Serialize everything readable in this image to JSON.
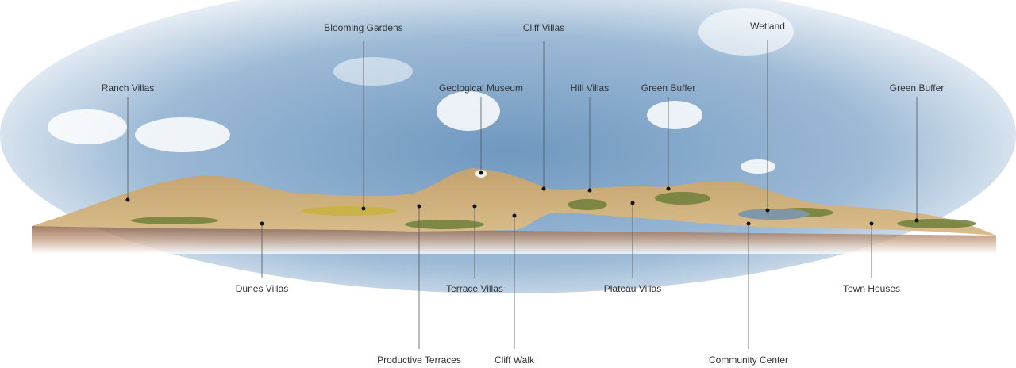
{
  "labels_top": [
    {
      "id": "ranch-villas",
      "text": "Ranch Villas"
    },
    {
      "id": "blooming-gardens",
      "text": "Blooming Gardens"
    },
    {
      "id": "geological-museum",
      "text": "Geological Museum"
    },
    {
      "id": "cliff-villas",
      "text": "Cliff Villas"
    },
    {
      "id": "hill-villas",
      "text": "Hill Villas"
    },
    {
      "id": "green-buffer-1",
      "text": "Green Buffer"
    },
    {
      "id": "wetland",
      "text": "Wetland"
    },
    {
      "id": "green-buffer-2",
      "text": "Green Buffer"
    }
  ],
  "labels_bottom": [
    {
      "id": "dunes-villas",
      "text": "Dunes Villas"
    },
    {
      "id": "productive-terraces",
      "text": "Productive Terraces"
    },
    {
      "id": "terrace-villas",
      "text": "Terrace Villas"
    },
    {
      "id": "cliff-walk",
      "text": "Cliff Walk"
    },
    {
      "id": "plateau-villas",
      "text": "Plateau Villas"
    },
    {
      "id": "community-center",
      "text": "Community Center"
    },
    {
      "id": "town-houses",
      "text": "Town Houses"
    }
  ],
  "colors": {
    "sky": "#7ea3c6",
    "sand": "#c9a874",
    "soil": "#8a5a3c",
    "vegetation": "#6f7f3a",
    "water": "#7f96a6"
  }
}
